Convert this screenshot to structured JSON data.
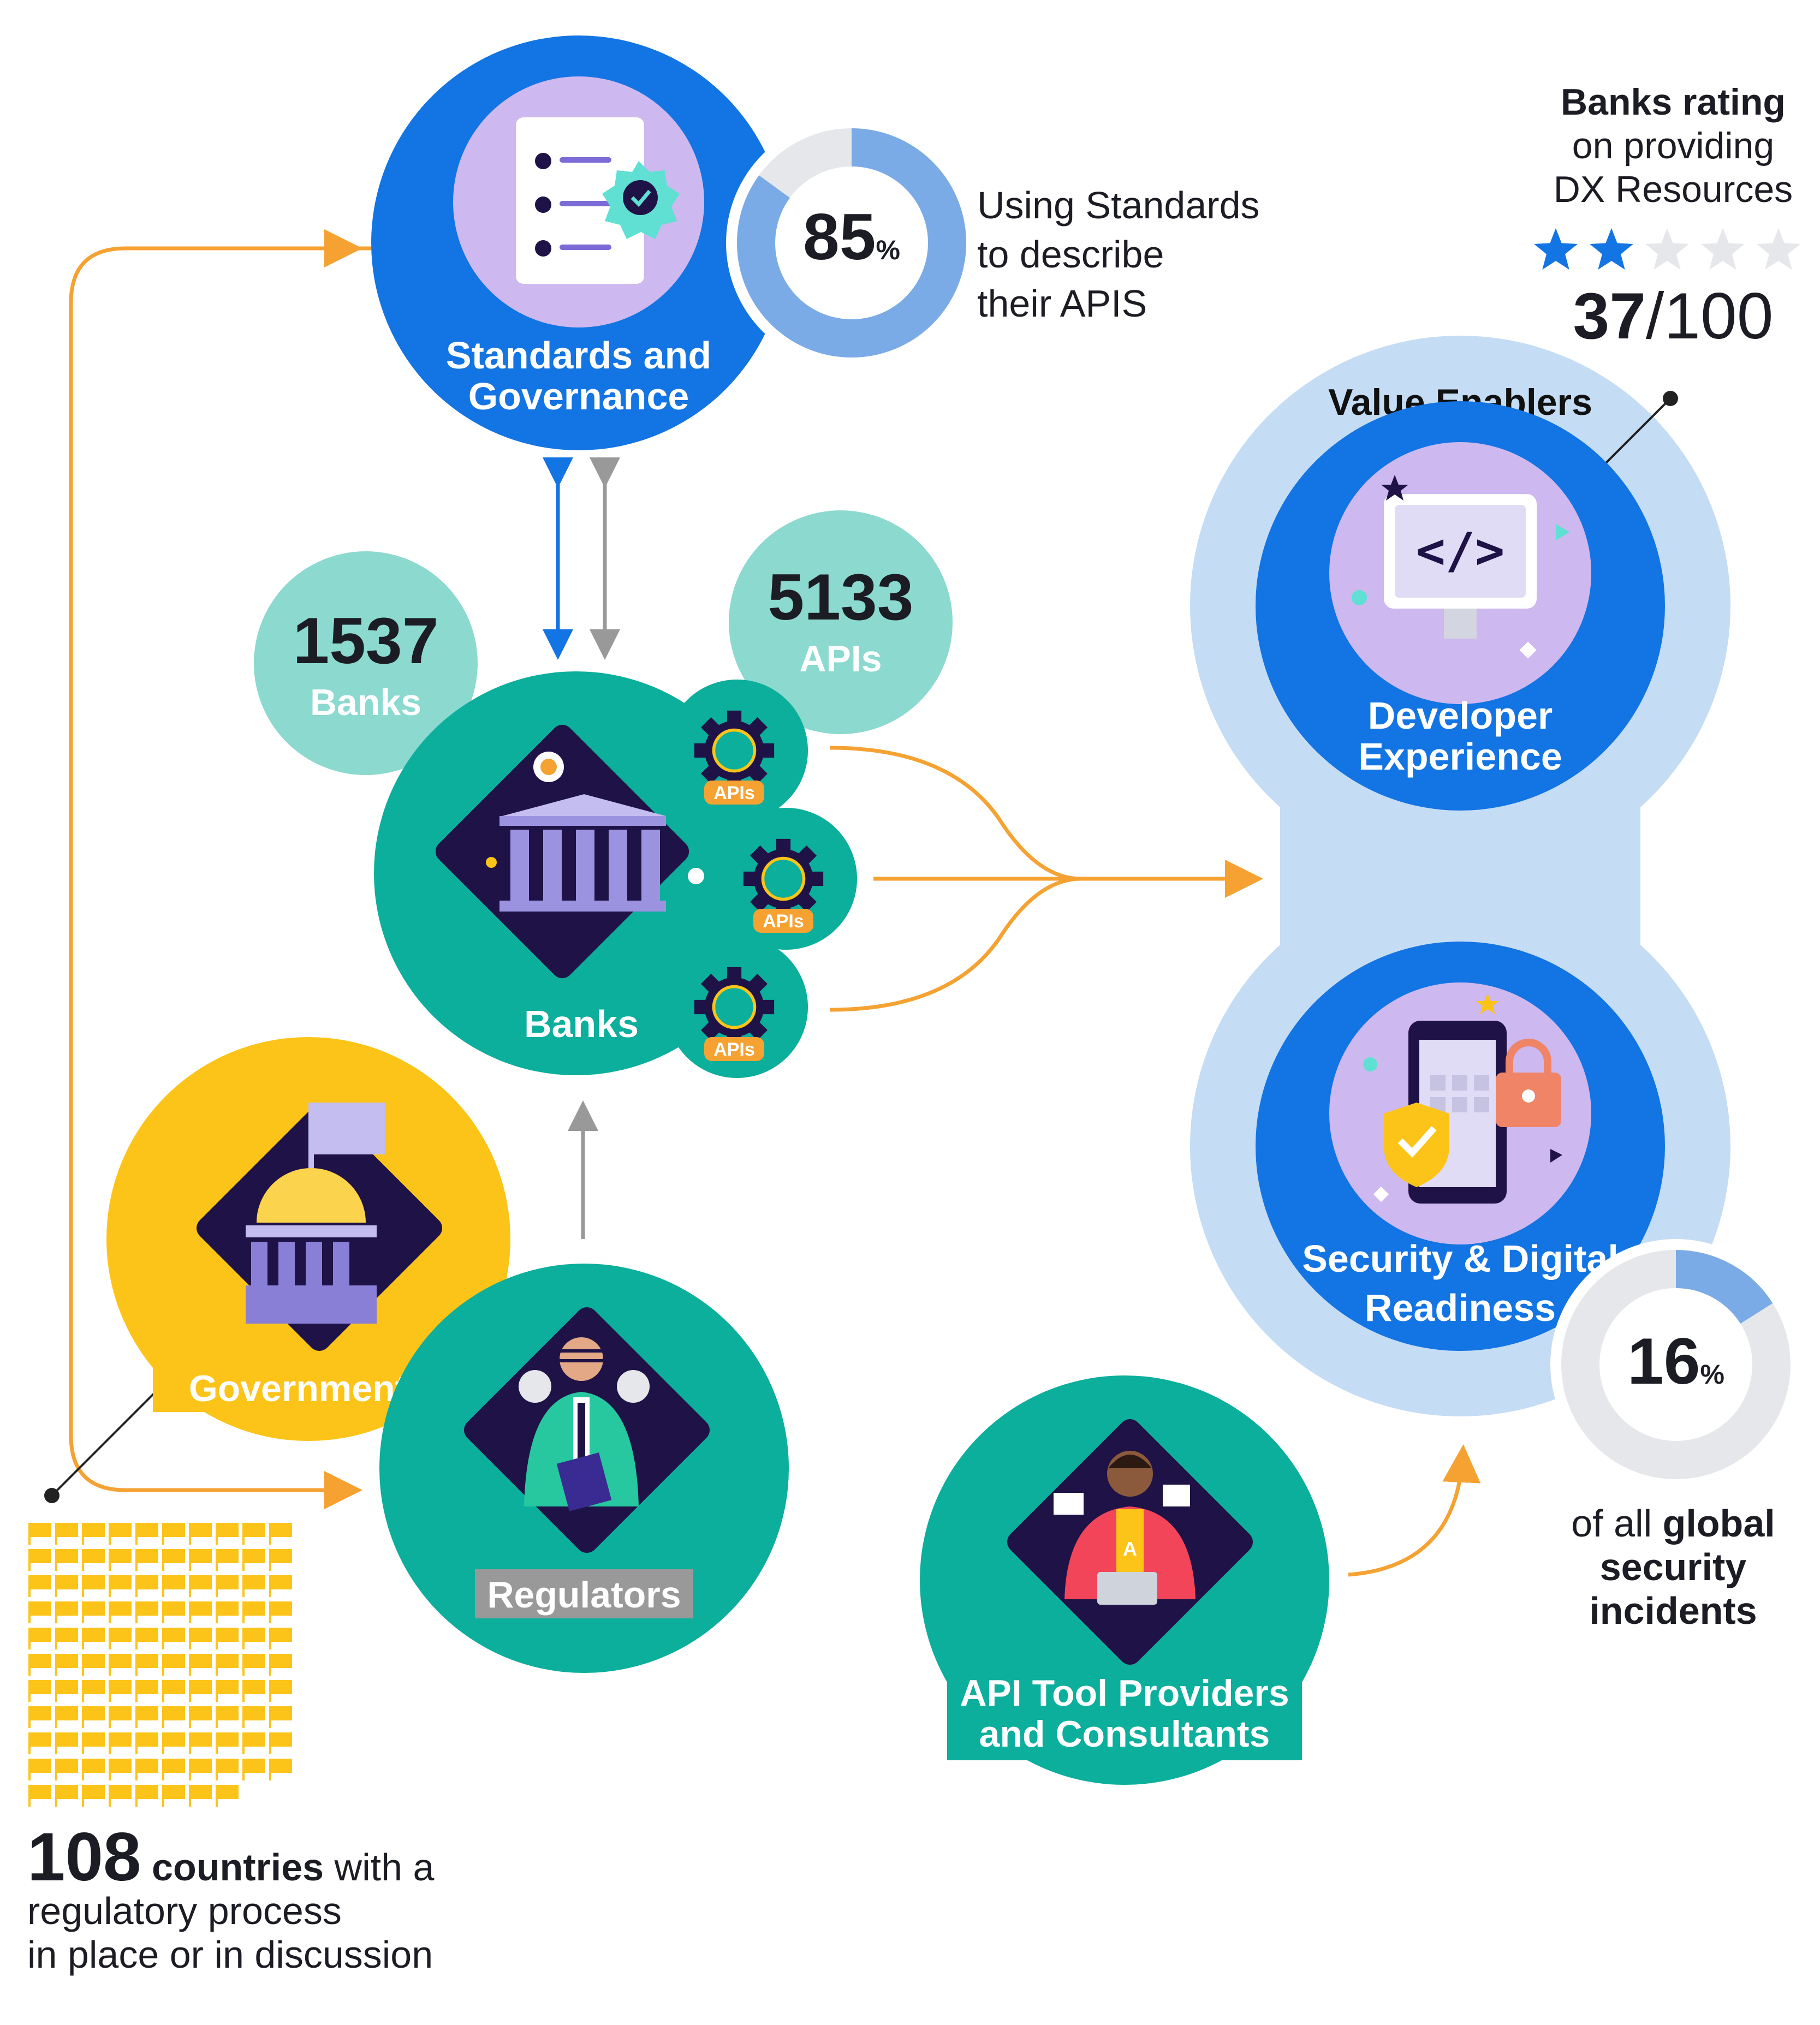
{
  "nodes": {
    "standards": {
      "line1": "Standards and",
      "line2": "Governance"
    },
    "banks": {
      "label": "Banks"
    },
    "governments": {
      "label": "Governments"
    },
    "regulators": {
      "label": "Regulators"
    },
    "tool_providers": {
      "line1": "API Tool Providers",
      "line2": "and Consultants"
    },
    "developer_experience": {
      "line1": "Developer",
      "line2": "Experience"
    },
    "security": {
      "line1": "Security & Digital",
      "line2": "Readiness"
    },
    "value_enablers": {
      "label": "Value Enablers"
    },
    "api_badge": "APIs"
  },
  "stats": {
    "banks_count": {
      "value": "1537",
      "label": "Banks"
    },
    "apis_count": {
      "value": "5133",
      "label": "APIs"
    },
    "standards_usage": {
      "value": "85",
      "unit": "%",
      "fraction": 0.85,
      "line1": "Using Standards",
      "line2": "to describe",
      "line3": "their APIS"
    },
    "dx_rating": {
      "line1": "Banks rating",
      "line2": "on providing",
      "line3": "DX Resources",
      "score": "37",
      "max": "/100",
      "stars_filled": 2,
      "stars_total": 5
    },
    "security_incidents": {
      "value": "16",
      "unit": "%",
      "fraction": 0.16,
      "line1_prefix": "of all ",
      "line1_bold": "global",
      "line2": "security",
      "line3": "incidents"
    },
    "countries": {
      "value": "108",
      "bold": " countries",
      "rest": " with a",
      "line2": "regulatory process",
      "line3": "in place or in discussion",
      "count": 108
    }
  },
  "colors": {
    "blue": "#1374e3",
    "light_blue": "#c5dcf5",
    "teal": "#0cae9c",
    "mint": "#8bd9cf",
    "yellow": "#fcc419",
    "orange": "#f5a233",
    "navy": "#1f1246",
    "lavender": "#cdb8ef",
    "gray_arrow": "#999999",
    "donut_blue": "#7aabe6",
    "donut_gray": "#e5e7ea"
  }
}
